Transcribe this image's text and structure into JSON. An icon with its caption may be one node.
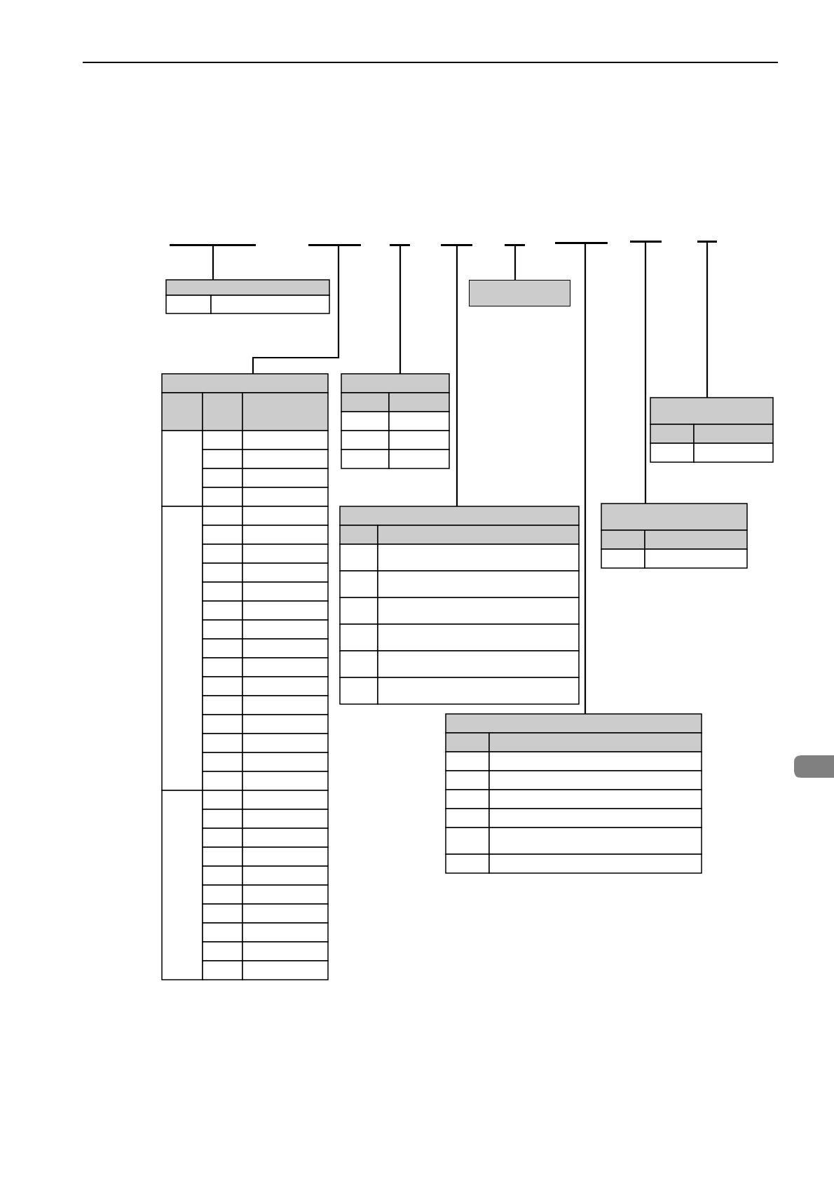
{
  "diagram": {
    "nodes": [
      {
        "text": [],
        "shape": "bar"
      },
      {
        "text": [],
        "shape": "bar"
      },
      {
        "text": [],
        "shape": "bar"
      },
      {
        "text": [],
        "shape": "bar"
      },
      {
        "text": [],
        "shape": "bar"
      },
      {
        "text": [],
        "shape": "bar"
      },
      {
        "text": [],
        "shape": "bar"
      },
      {
        "text": [],
        "shape": "bar"
      },
      {
        "text": [],
        "shape": "table"
      },
      {
        "text": [],
        "shape": "box"
      },
      {
        "text": [],
        "shape": "table"
      },
      {
        "text": [],
        "shape": "table"
      },
      {
        "text": [],
        "shape": "table"
      },
      {
        "text": [],
        "shape": "table"
      },
      {
        "text": [],
        "shape": "table"
      },
      {
        "text": [],
        "shape": "table"
      }
    ],
    "edges": [
      {
        "from": 0,
        "to": 8,
        "arrow": "none"
      },
      {
        "from": 1,
        "to": 10,
        "arrow": "none"
      },
      {
        "from": 2,
        "to": 11,
        "arrow": "none"
      },
      {
        "from": 3,
        "to": 14,
        "arrow": "none"
      },
      {
        "from": 4,
        "to": 9,
        "arrow": "none"
      },
      {
        "from": 5,
        "to": 15,
        "arrow": "none"
      },
      {
        "from": 6,
        "to": 13,
        "arrow": "none"
      },
      {
        "from": 7,
        "to": 12,
        "arrow": "none"
      }
    ]
  }
}
